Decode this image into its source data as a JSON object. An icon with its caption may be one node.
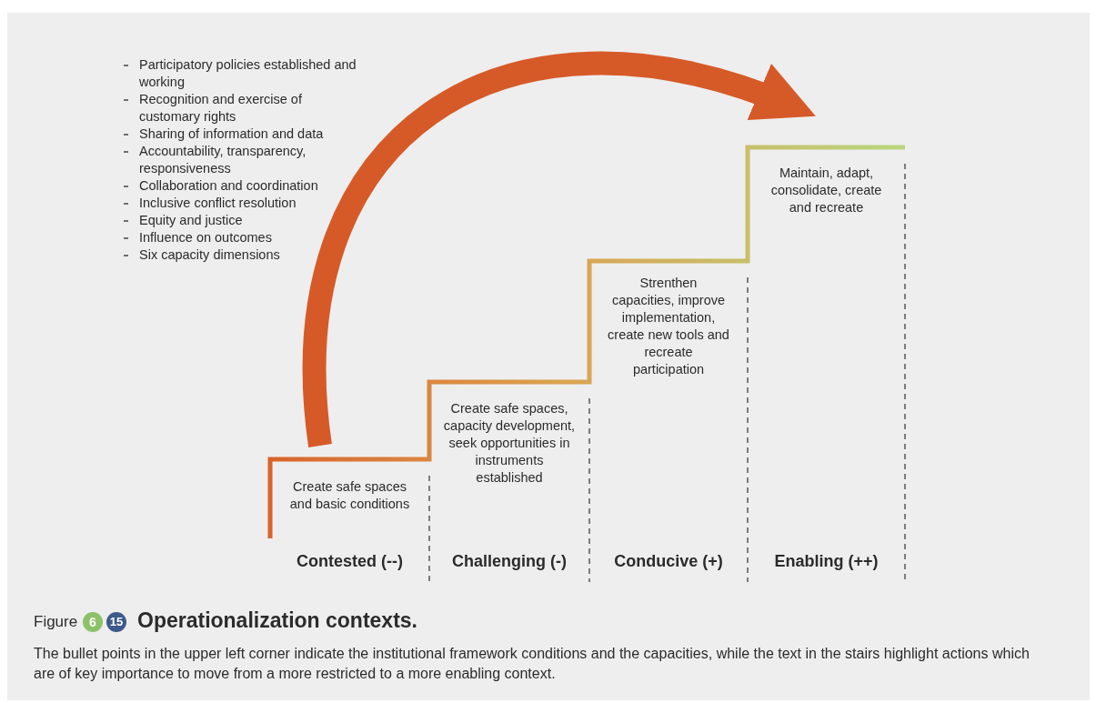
{
  "diagram": {
    "title": "Operationalization contexts.",
    "caption": "The bullet points in the upper left corner indicate the institutional framework conditions and the capacities, while the text in the stairs highlight actions which are of key importance to move from a more restricted to a more enabling context.",
    "nodes": [
      {
        "text": [
          "Create safe spaces and basic conditions"
        ],
        "beside": [
          "Contested (--)"
        ]
      },
      {
        "text": [
          "Create safe spaces, capacity development, seek opportunities in instruments established"
        ],
        "beside": [
          "Challenging (-)"
        ]
      },
      {
        "text": [
          "Strenthen capacities, improve implementation, create new tools and recreate participation"
        ],
        "beside": [
          "Conducive (+)"
        ]
      },
      {
        "text": [
          "Maintain, adapt, consolidate, create and recreate"
        ],
        "beside": [
          "Enabling (++)"
        ]
      }
    ],
    "edges": [
      {
        "from": 0,
        "to": 3,
        "arrow": "to"
      }
    ],
    "labels": [
      "Participatory policies established and working",
      "Recognition and exercise of customary rights",
      "Sharing of information and data",
      "Accountability, transparency, responsiveness",
      "Collaboration and coordination",
      "Inclusive conflict resolution",
      "Equity and justice",
      "Influence on outcomes",
      "Six capacity dimensions",
      "Figure",
      "6",
      "15"
    ]
  }
}
